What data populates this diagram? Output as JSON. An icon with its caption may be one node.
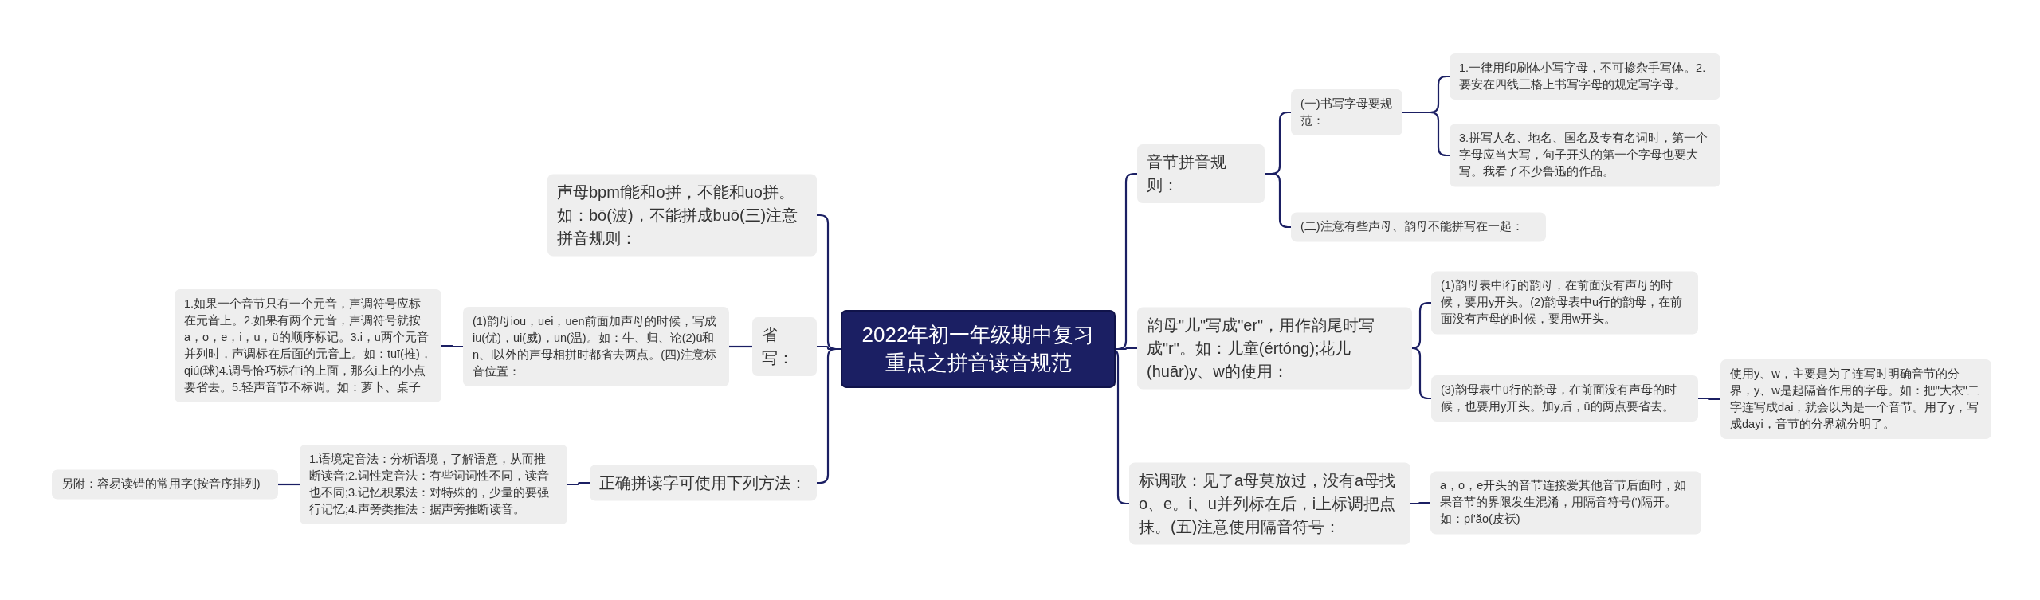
{
  "diagram": {
    "nodes": [
      {
        "text": [
          "2022年初一年级期中复习重点之拼音读音规范"
        ]
      },
      {
        "text": [
          "声母bpmf能和o拼，不能和uo拼。如：bō(波)，不能拼成buō(三)注意拼音规则："
        ]
      },
      {
        "text": [
          "省写："
        ]
      },
      {
        "text": [
          "(1)韵母iou，uei，uen前面加声母的时候，写成iu(优)，ui(威)，un(温)。如：牛、归、论(2)ü和n、l以外的声母相拼时都省去两点。(四)注意标音位置："
        ]
      },
      {
        "text": [
          "1.如果一个音节只有一个元音，声调符号应标在元音上。2.如果有两个元音，声调符号就按a，o，e，i，u，ü的顺序标记。3.i，u两个元音并列时，声调标在后面的元音上。如：tuī(推)，qiú(球)4.调号恰巧标在i的上面，那么i上的小点要省去。5.轻声音节不标调。如：萝卜、桌子"
        ]
      },
      {
        "text": [
          "正确拼读字可使用下列方法："
        ]
      },
      {
        "text": [
          "1.语境定音法：分析语境，了解语意，从而推断读音;2.词性定音法：有些词词性不同，读音也不同;3.记忆积累法：对特殊的，少量的要强行记忆;4.声旁类推法：据声旁推断读音。"
        ]
      },
      {
        "text": [
          "另附：容易读错的常用字(按音序排列)"
        ]
      },
      {
        "text": [
          "音节拼音规则："
        ]
      },
      {
        "text": [
          "(一)书写字母要规范："
        ]
      },
      {
        "text": [
          "1.一律用印刷体小写字母，不可掺杂手写体。2.要安在四线三格上书写字母的规定写字母。"
        ]
      },
      {
        "text": [
          "3.拼写人名、地名、国名及专有名词时，第一个字母应当大写，句子开头的第一个字母也要大写。我看了不少鲁迅的作品。"
        ]
      },
      {
        "text": [
          "(二)注意有些声母、韵母不能拼写在一起："
        ]
      },
      {
        "text": [
          "韵母\"儿\"写成\"er\"，用作韵尾时写成\"r\"。如：儿童(értóng);花儿(huār)y、w的使用："
        ]
      },
      {
        "text": [
          "(1)韵母表中i行的韵母，在前面没有声母的时候，要用y开头。(2)韵母表中u行的韵母，在前面没有声母的时候，要用w开头。"
        ]
      },
      {
        "text": [
          "(3)韵母表中ü行的韵母，在前面没有声母的时候，也要用y开头。加y后，ü的两点要省去。"
        ]
      },
      {
        "text": [
          "使用y、w，主要是为了连写时明确音节的分界，y、w是起隔音作用的字母。如：把\"大衣\"二字连写成dai，就会以为是一个音节。用了y，写成dayi，音节的分界就分明了。"
        ]
      },
      {
        "text": [
          "标调歌：见了a母莫放过，没有a母找o、e。i、u并列标在后，i上标调把点抹。(五)注意使用隔音符号："
        ]
      },
      {
        "text": [
          "a，o，e开头的音节连接爱其他音节后面时，如果音节的界限发生混淆，用隔音符号(')隔开。如：pí'ǎo(皮袄)"
        ]
      }
    ],
    "edges": [
      {
        "from": 0,
        "to": 1,
        "arrow": "none"
      },
      {
        "from": 0,
        "to": 2,
        "arrow": "none"
      },
      {
        "from": 2,
        "to": 3,
        "arrow": "none"
      },
      {
        "from": 3,
        "to": 4,
        "arrow": "none"
      },
      {
        "from": 0,
        "to": 5,
        "arrow": "none"
      },
      {
        "from": 5,
        "to": 6,
        "arrow": "none"
      },
      {
        "from": 6,
        "to": 7,
        "arrow": "none"
      },
      {
        "from": 0,
        "to": 8,
        "arrow": "none"
      },
      {
        "from": 8,
        "to": 9,
        "arrow": "none"
      },
      {
        "from": 9,
        "to": 10,
        "arrow": "none"
      },
      {
        "from": 9,
        "to": 11,
        "arrow": "none"
      },
      {
        "from": 8,
        "to": 12,
        "arrow": "none"
      },
      {
        "from": 0,
        "to": 13,
        "arrow": "none"
      },
      {
        "from": 13,
        "to": 14,
        "arrow": "none"
      },
      {
        "from": 13,
        "to": 15,
        "arrow": "none"
      },
      {
        "from": 15,
        "to": 16,
        "arrow": "none"
      },
      {
        "from": 0,
        "to": 17,
        "arrow": "none"
      },
      {
        "from": 17,
        "to": 18,
        "arrow": "none"
      }
    ]
  }
}
